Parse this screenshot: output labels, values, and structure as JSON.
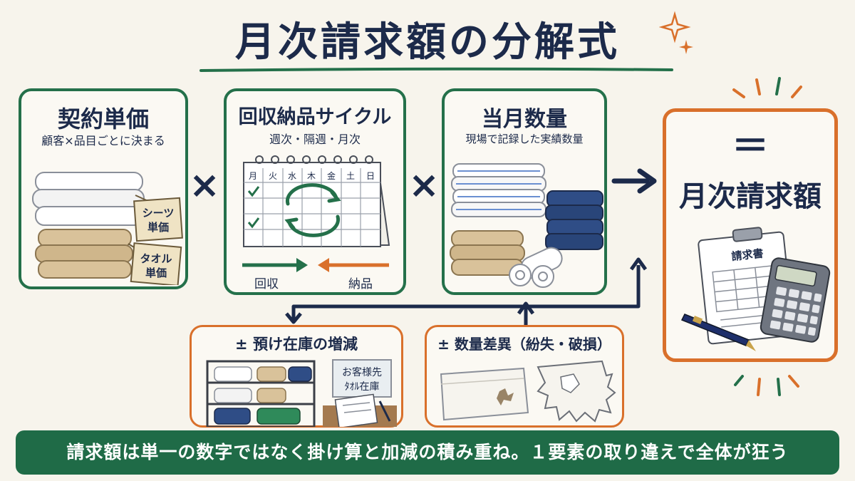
{
  "title": "月次請求額の分解式",
  "cards": {
    "unit_price": {
      "title": "契約単価",
      "subtitle": "顧客×品目ごとに決まる",
      "tag_sheet": [
        "シーツ",
        "単価"
      ],
      "tag_towel": [
        "タオル",
        "単価"
      ]
    },
    "cycle": {
      "title": "回収納品サイクル",
      "subtitle": "週次・隔週・月次",
      "weekdays": [
        "月",
        "火",
        "水",
        "木",
        "金",
        "土",
        "日"
      ],
      "collect_label": "回収",
      "deliver_label": "納品"
    },
    "quantity": {
      "title": "当月数量",
      "subtitle": "現場で記録した実績数量"
    },
    "result": {
      "equals": "＝",
      "title": "月次請求額",
      "invoice_label": "請求書"
    },
    "inventory": {
      "title": "± 預け在庫の増減",
      "sign_line1": "お客様先",
      "sign_line2": "ﾀｵﾙ在庫"
    },
    "variance": {
      "title": "± 数量差異（紛失・破損）"
    }
  },
  "operators": {
    "times": "×"
  },
  "banner": "請求額は単一の数字ではなく掛け算と加減の積み重ね。１要素の取り違えで全体が狂う",
  "colors": {
    "green": "#24704a",
    "orange": "#d9702b",
    "navy": "#1c2a4a",
    "banner_bg": "#1f6b47"
  }
}
